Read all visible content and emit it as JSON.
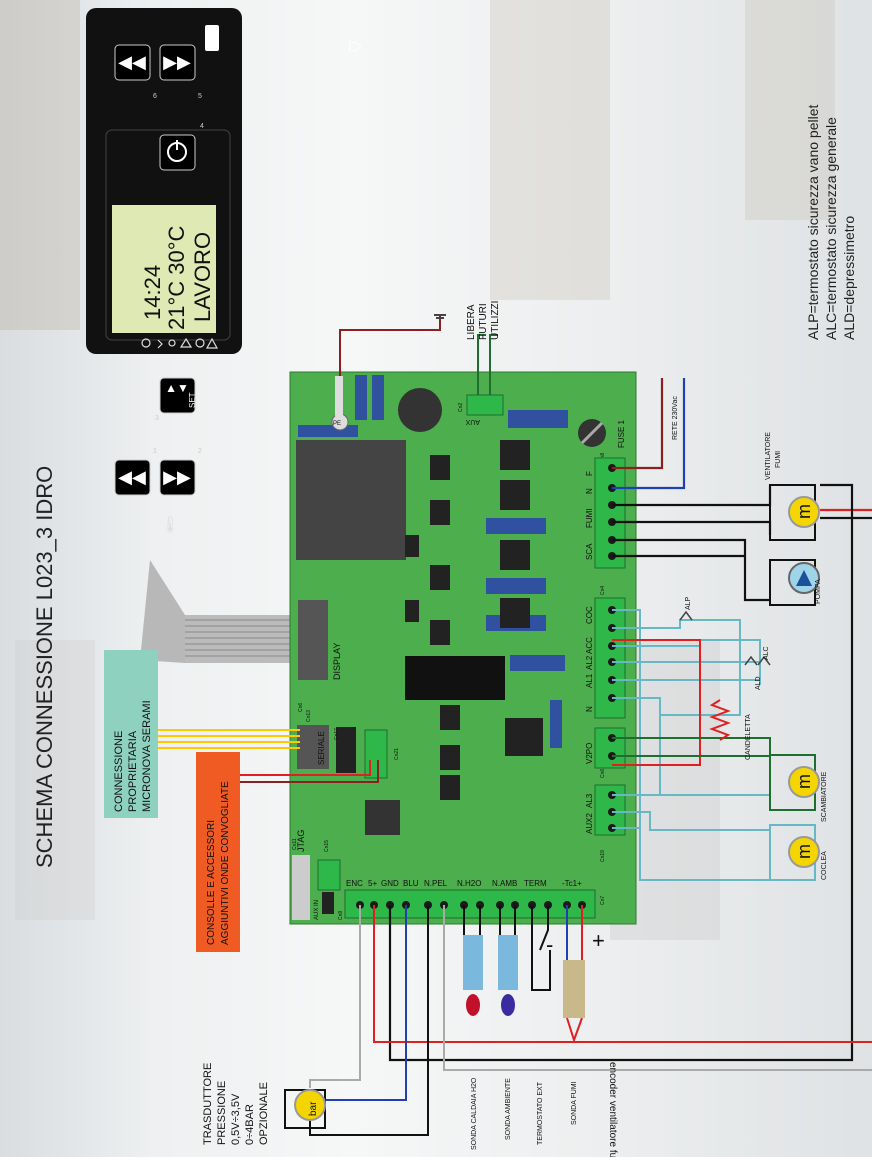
{
  "title": "SCHEMA CONNESSIONE L023_3 IDRO",
  "legend": [
    "ALP=termostato sicurezza vano pellet",
    "ALC=termostato sicurezza generale",
    "ALD=depressimetro"
  ],
  "display_panel": {
    "line1": "14:24",
    "line2": "21°C  30°C",
    "line3": "LAVORO",
    "set_label": "SET",
    "button_numbers": [
      "1",
      "2",
      "3",
      "4",
      "5",
      "6"
    ]
  },
  "boxes": {
    "proprietary": [
      "CONNESSIONE",
      "PROPRIETARIA",
      "MICRONOVA SERAMI"
    ],
    "accessories": [
      "CONSOLLE E ACCESSORI",
      "AGGIUNTIVI ONDE CONVOGLIATE"
    ],
    "aux_free": [
      "LIBERA",
      "FUTURI",
      "UTILIZZI"
    ]
  },
  "board_labels": {
    "display": "DISPLAY",
    "seriale": "SERIALE",
    "jtag": "JTAG",
    "aux": "AUX",
    "fuse": "FUSE 1",
    "pe": "PE",
    "auxin": "AUX IN",
    "cn": [
      "Cn1",
      "Cn2",
      "Cn3",
      "Cn4",
      "Cn5",
      "Cn6",
      "Cn7",
      "Cn8",
      "Cn9",
      "Cn11",
      "Cn13",
      "Cn15",
      "Cn17",
      "Cn19",
      "Cn21"
    ]
  },
  "top_terminals": [
    "SCA",
    "FUMI",
    "N",
    "F"
  ],
  "mid_terminals": [
    "COC",
    "ACC",
    "AL2",
    "AL1",
    "N"
  ],
  "v2po_terminals": [
    "V2PO"
  ],
  "low_terminals": [
    "AL3",
    "AUX2"
  ],
  "bottom_terminals": [
    "ENC",
    "5+",
    "GND",
    "BLU",
    "N.PEL",
    "N.H2O",
    "N.AMB",
    "TERM",
    "-Tc1+"
  ],
  "components": {
    "rete": "RETE 230Vac",
    "fan": [
      "VENTILATORE",
      "FUMI"
    ],
    "pump": "POMPA",
    "alp": "ALP",
    "ald": "ALD",
    "alc": "ALC",
    "candeletta": "CANDELETTA",
    "scambiatore": "SCAMBIATORE",
    "coclea": "COCLEA",
    "motor_symbol": "m",
    "encoder": "encoder ventilatore fumi",
    "bar": "bar",
    "plus": "+",
    "minus": "-"
  },
  "sensors": [
    "SONDA CALDAIA H2O",
    "SONDA AMBIENTE",
    "TERMOSTATO EXT",
    "SONDA FUMI"
  ],
  "transducer": [
    "TRASDUTTORE",
    "PRESSIONE",
    "0,5V÷3,5V",
    "0÷4BAR",
    "OPZIONALE"
  ],
  "colors": {
    "board": "#4cae4c",
    "terminal": "#2fb84a",
    "red": "#e02020",
    "blue": "#2040b0",
    "teal": "#66b8c4",
    "dark_green": "#1e6e2e",
    "proprietary_box": "#8fd1bf",
    "accessories_box": "#f05a23"
  }
}
